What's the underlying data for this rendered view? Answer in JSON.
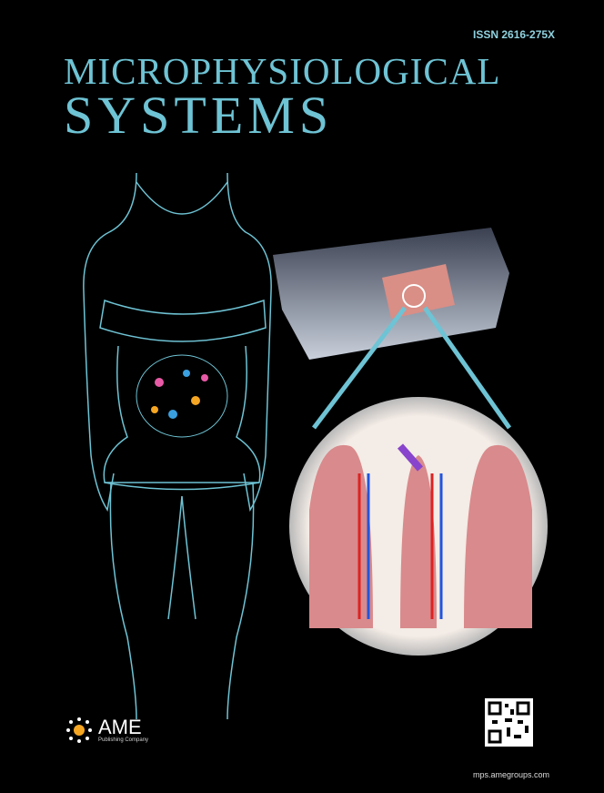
{
  "issn": "ISSN 2616-275X",
  "title_line1": "MICROPHYSIOLOGICAL",
  "title_line2": "SYSTEMS",
  "publisher": {
    "name": "AME",
    "subtitle": "Publishing Company"
  },
  "website": "mps.amegroups.com",
  "colors": {
    "title": "#6ec3d4",
    "background": "#000000",
    "accent": "#f5a623"
  }
}
